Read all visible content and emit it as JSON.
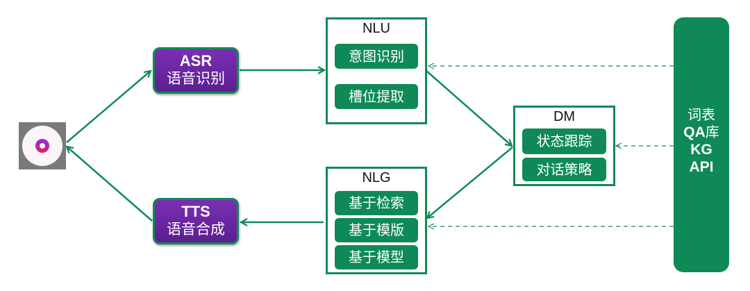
{
  "colors": {
    "accent_green": "#0f8a57",
    "purple": "#6a28a3",
    "background": "#ffffff"
  },
  "app_icon": {
    "icon": "music-disc-icon"
  },
  "asr": {
    "abbr": "ASR",
    "label": "语音识别"
  },
  "tts": {
    "abbr": "TTS",
    "label": "语音合成"
  },
  "nlu": {
    "title": "NLU",
    "items": [
      "意图识别",
      "槽位提取"
    ]
  },
  "dm": {
    "title": "DM",
    "items": [
      "状态跟踪",
      "对话策略"
    ]
  },
  "nlg": {
    "title": "NLG",
    "items": [
      "基于检索",
      "基于模版",
      "基于模型"
    ]
  },
  "knowledge_base": {
    "lines": [
      "词表",
      "QA库",
      "KG",
      "API"
    ],
    "line2_latin": "QA",
    "line2_cjk": "库"
  },
  "edges": [
    {
      "from": "app_icon",
      "to": "asr",
      "style": "solid"
    },
    {
      "from": "asr",
      "to": "nlu",
      "style": "solid"
    },
    {
      "from": "nlu",
      "to": "dm",
      "style": "solid"
    },
    {
      "from": "dm",
      "to": "nlg",
      "style": "solid"
    },
    {
      "from": "nlg",
      "to": "tts",
      "style": "solid"
    },
    {
      "from": "tts",
      "to": "app_icon",
      "style": "solid"
    },
    {
      "from": "knowledge_base",
      "to": "nlu",
      "style": "dashed"
    },
    {
      "from": "knowledge_base",
      "to": "dm",
      "style": "dashed"
    },
    {
      "from": "knowledge_base",
      "to": "nlg",
      "style": "dashed"
    }
  ]
}
